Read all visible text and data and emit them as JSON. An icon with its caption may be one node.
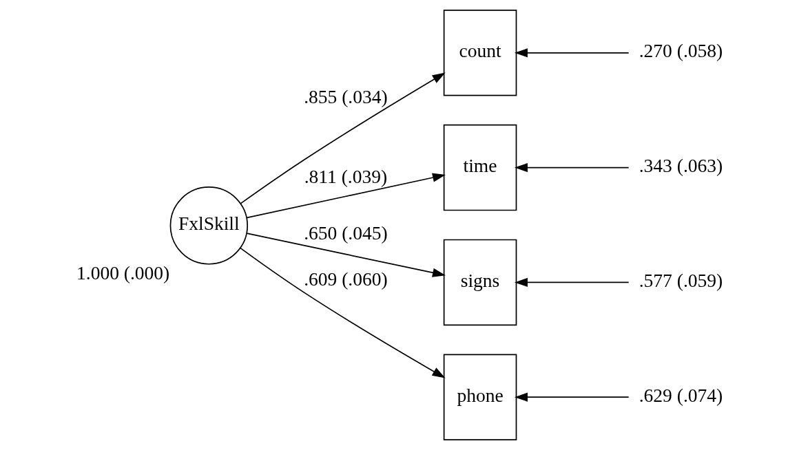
{
  "diagram": {
    "nodes": [
      {
        "text": [
          "FxlSkill"
        ],
        "beside": [
          "1.000 (.000)"
        ]
      },
      {
        "text": [
          "count"
        ]
      },
      {
        "text": [
          "time"
        ]
      },
      {
        "text": [
          "signs"
        ]
      },
      {
        "text": [
          "phone"
        ]
      },
      {
        "text": [
          ".270 (.058)"
        ]
      },
      {
        "text": [
          ".343 (.063)"
        ]
      },
      {
        "text": [
          ".577 (.059)"
        ]
      },
      {
        "text": [
          ".629 (.074)"
        ]
      }
    ],
    "edges": [
      {
        "from": 0,
        "to": 1,
        "arrow": "to",
        "label": ".855 (.034)"
      },
      {
        "from": 0,
        "to": 2,
        "arrow": "to",
        "label": ".811 (.039)"
      },
      {
        "from": 0,
        "to": 3,
        "arrow": "to",
        "label": ".650 (.045)"
      },
      {
        "from": 0,
        "to": 4,
        "arrow": "to",
        "label": ".609 (.060)"
      },
      {
        "from": 5,
        "to": 1,
        "arrow": "to"
      },
      {
        "from": 6,
        "to": 2,
        "arrow": "to"
      },
      {
        "from": 7,
        "to": 3,
        "arrow": "to"
      },
      {
        "from": 8,
        "to": 4,
        "arrow": "to"
      }
    ]
  }
}
